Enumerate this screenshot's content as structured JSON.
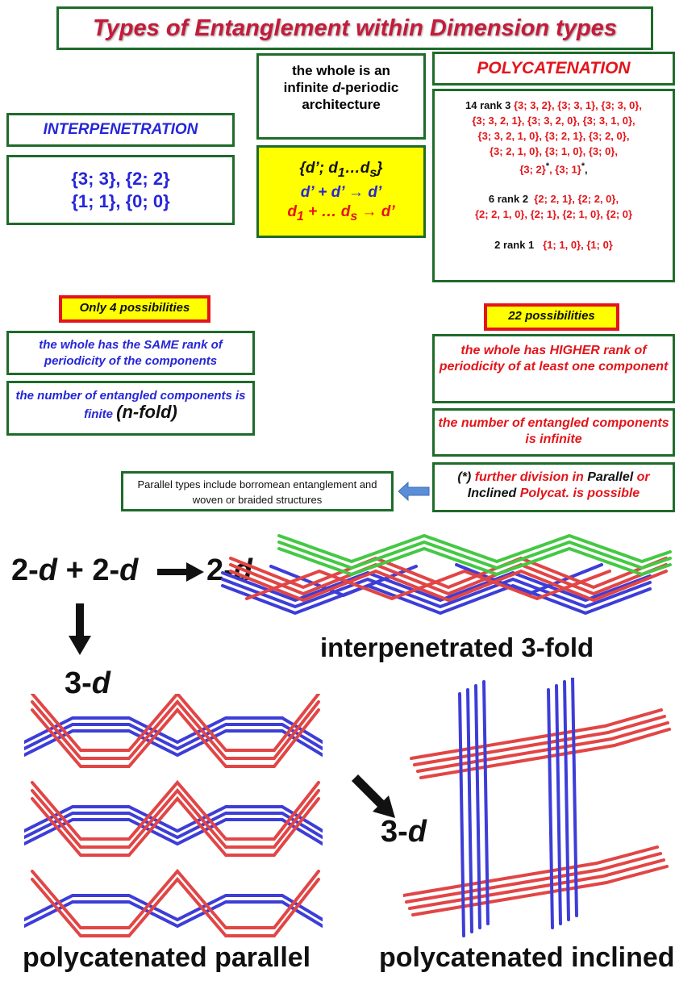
{
  "title": "Types of Entanglement  within Dimension types",
  "whole_box": {
    "line1": "the whole is an",
    "line2a": "infinite ",
    "line2b": "d",
    "line2c": "-periodic",
    "line3": "architecture"
  },
  "formula": {
    "line1": "{d’; d",
    "line1_sub1": "1",
    "line1_mid": "…d",
    "line1_sub2": "s",
    "line1_end": "}",
    "line2": "d’ + d’ → d’",
    "line3a": "d",
    "line3_sub1": "1",
    "line3b": " + … d",
    "line3_sub2": "s",
    "line3c": " → d’"
  },
  "interpenetration": {
    "heading": "INTERPENETRATION",
    "line1": "{3; 3}, {2; 2}",
    "line2": "{1; 1}, {0; 0}"
  },
  "polycatenation": {
    "heading": "POLYCATENATION",
    "rank3_label": "14 rank 3",
    "rank3_a": "{3; 3, 2}, {3; 3, 1}, {3; 3, 0},",
    "rank3_b": "{3; 3, 2, 1}, {3; 3, 2, 0}, {3; 3, 1, 0},",
    "rank3_c": "{3; 3, 2, 1, 0}, {3; 2, 1}, {3; 2, 0},",
    "rank3_d": "{3; 2, 1, 0}, {3; 1, 0}, {3; 0},",
    "rank3_e1": "{3; 2}",
    "rank3_e2": "*",
    "rank3_e3": ", {3; 1}",
    "rank3_e4": "*",
    "rank3_e5": ",",
    "rank2_label": "6 rank 2",
    "rank2_a": "{2; 2, 1}, {2; 2, 0},",
    "rank2_b": "{2; 2, 1, 0}, {2; 1}, {2; 1, 0}, {2; 0}",
    "rank1_label": "2 rank 1",
    "rank1_a": "{1; 1, 0}, {1; 0}"
  },
  "left_badge": "Only 4 possibilities",
  "right_badge": "22 possibilities",
  "left_box1": "the whole has the SAME rank of periodicity of the components",
  "left_box2a": "the number of entangled components is finite",
  "left_box2b": "(n-fold)",
  "right_box1": "the whole has HIGHER rank of periodicity of at least one component",
  "right_box2": "the number of entangled components is infinite",
  "right_box3": {
    "a": "(*) ",
    "b": "further division in ",
    "c": "Parallel",
    "d": " or ",
    "e": "Inclined",
    "f": " Polycat. is possible"
  },
  "parallel_note": "Parallel types include borromean entanglement and woven or braided structures",
  "eq_top": {
    "a": "2-",
    "b": "d",
    "c": " + 2-",
    "d": "d",
    "e": "2-",
    "f": "d"
  },
  "three_d_left": {
    "a": "3-",
    "b": "d"
  },
  "three_d_right": {
    "a": "3-",
    "b": "d"
  },
  "label_interp3": "interpenetrated 3-fold",
  "label_parallel": "polycatenated parallel",
  "label_inclined": "polycatenated inclined",
  "colors": {
    "green_border": "#1e6b2a",
    "blue": "#2626d9",
    "red": "#e3151a",
    "yellow": "#ffff00",
    "net_red": "#e24545",
    "net_blue": "#3d3dd8",
    "net_green": "#45c845"
  }
}
